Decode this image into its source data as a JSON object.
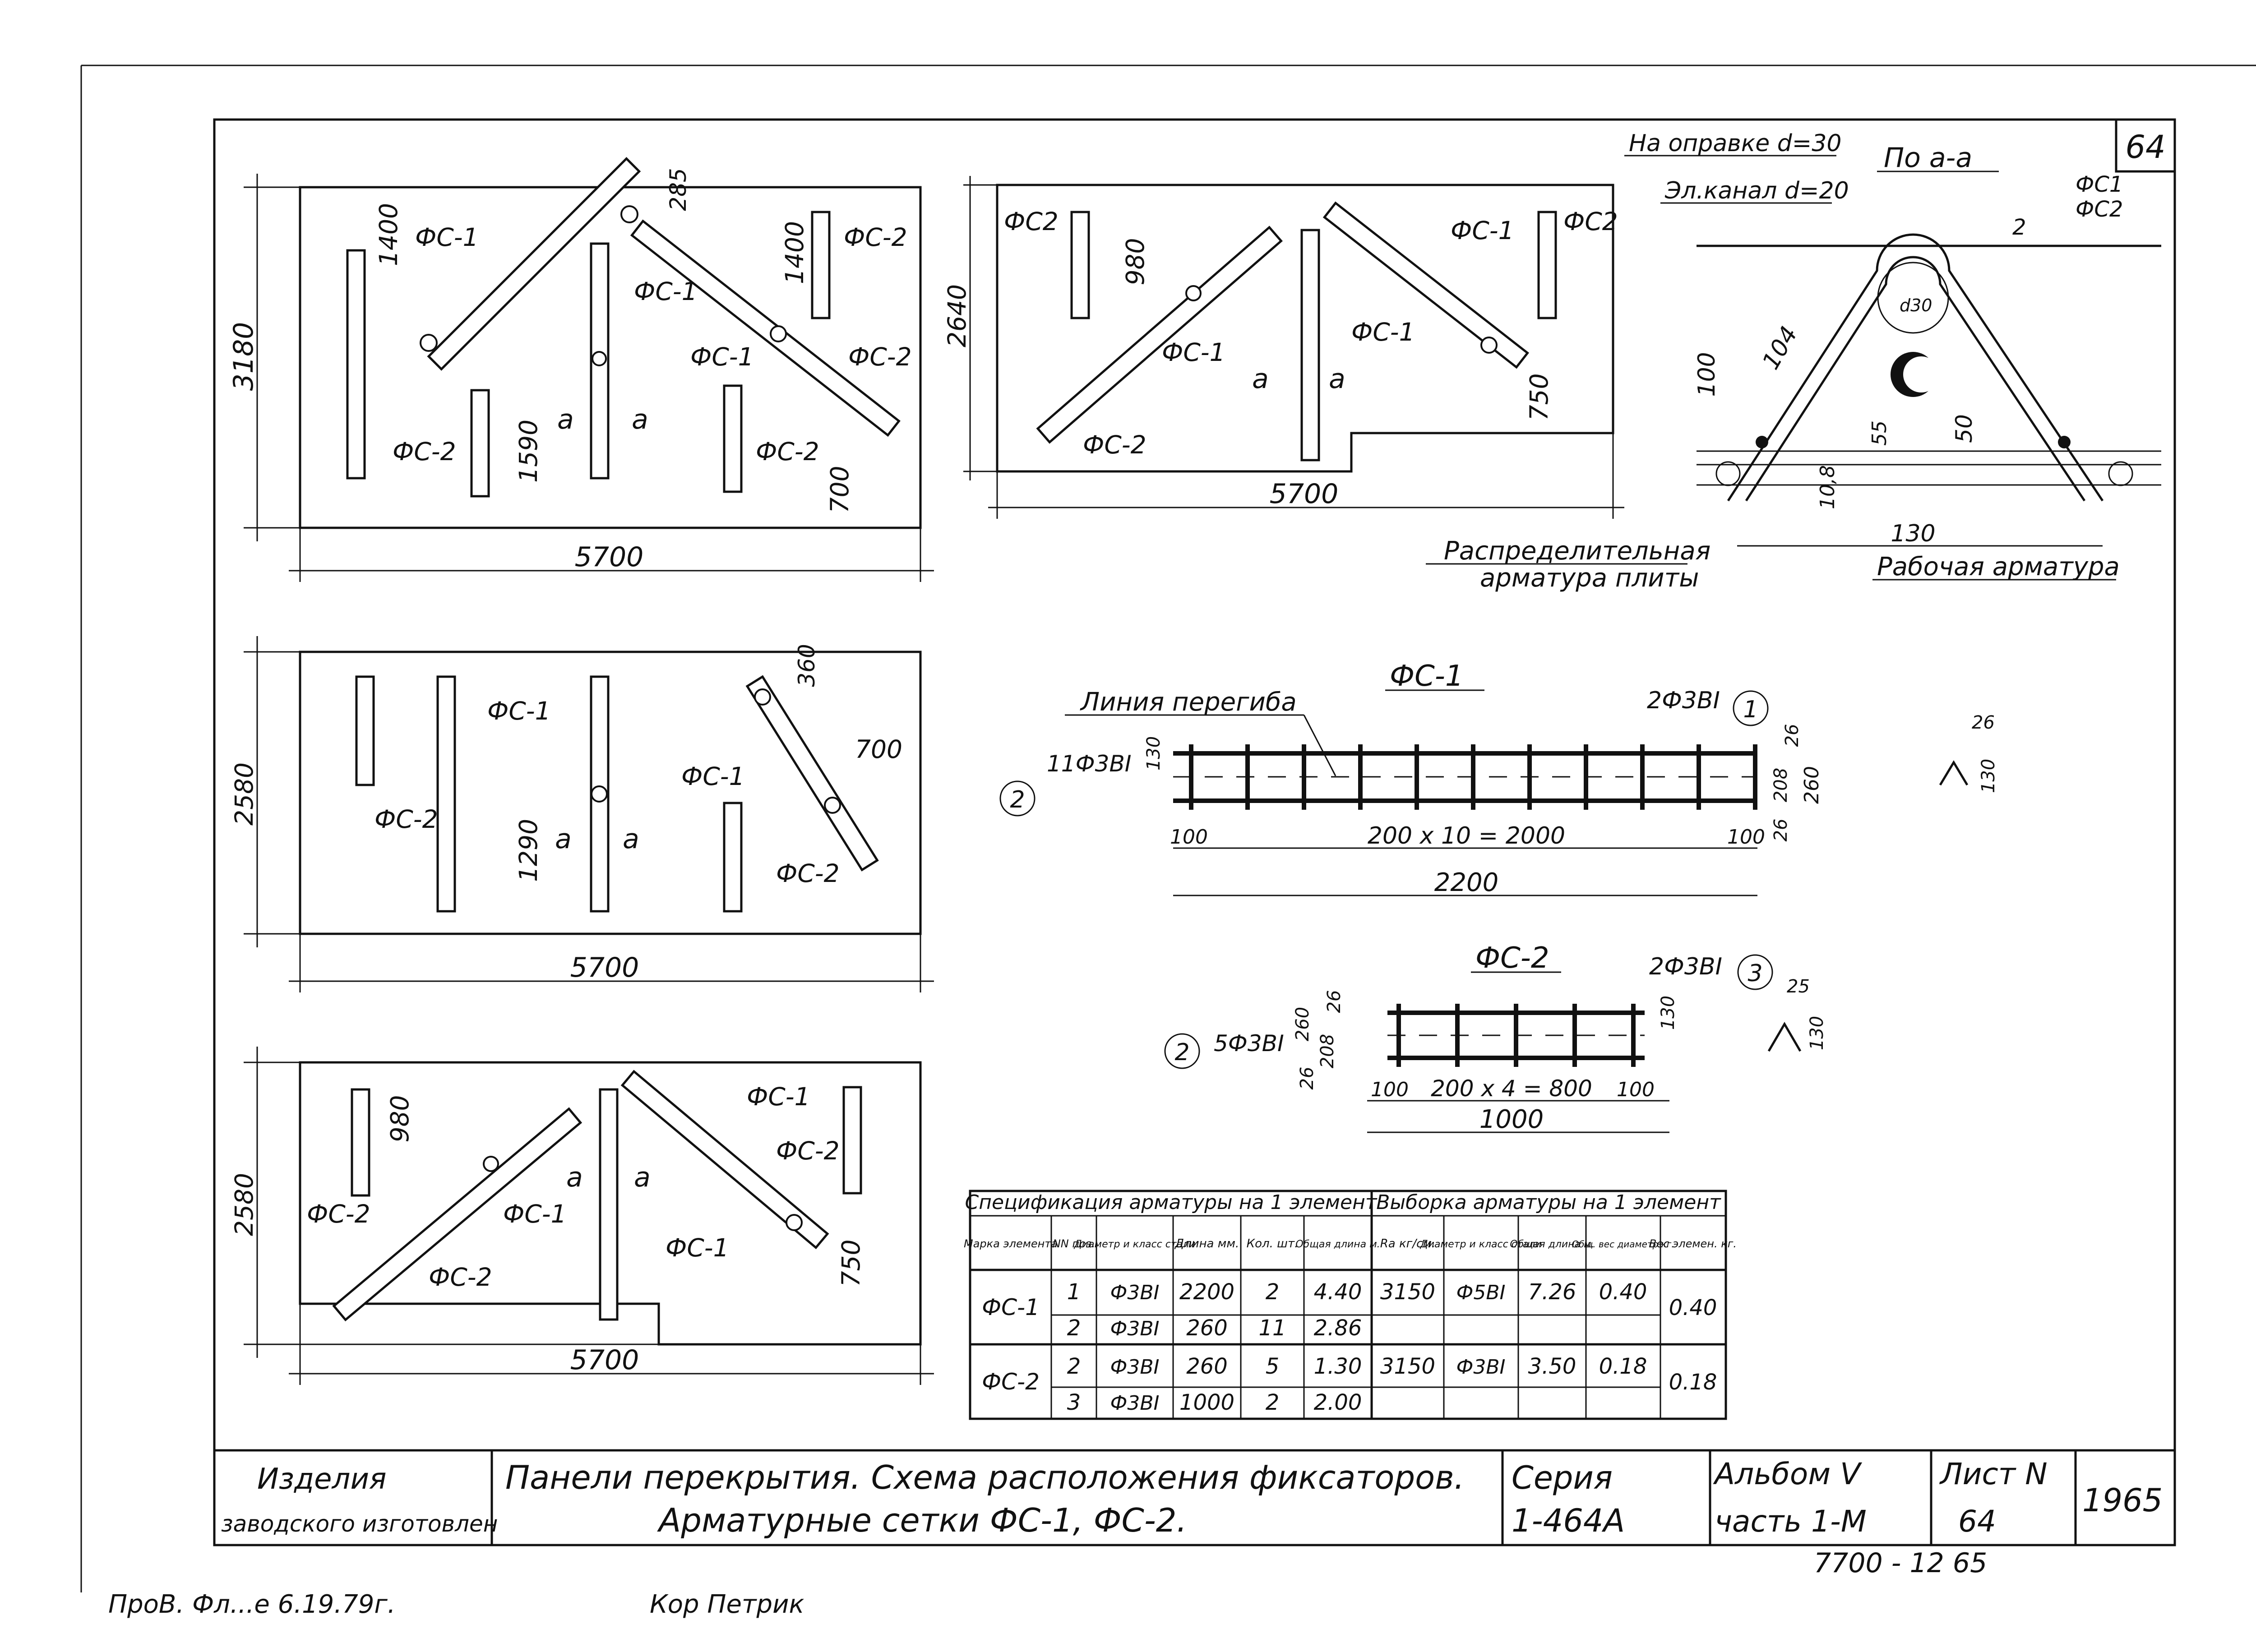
{
  "sheet": {
    "number": "64"
  },
  "panels": {
    "p1": {
      "height": "3180",
      "width": "5700",
      "d1": "1400",
      "d2": "285",
      "d3": "1400",
      "d4": "1590",
      "d5": "700",
      "fc1a": "ФС-1",
      "fc1b": "ФС-1",
      "fc1c": "ФС-1",
      "fc2a": "ФС-2",
      "fc2b": "ФС-2",
      "fc2c": "ФС-2",
      "fc2d": "ФС-2",
      "a1": "а",
      "a2": "а"
    },
    "p2": {
      "height": "2640",
      "width": "5700",
      "d1": "980",
      "d2": "750",
      "fc1a": "ФС-1",
      "fc1b": "ФС-1",
      "fc1c": "ФС-1",
      "fc2a": "ФС2",
      "fc2b": "ФС2",
      "fc2c": "ФС-2",
      "a1": "а",
      "a2": "а"
    },
    "p3": {
      "height": "2580",
      "width": "5700",
      "d1": "360",
      "d2": "700",
      "d3": "1290",
      "fc1a": "ФС-1",
      "fc1b": "ФС-1",
      "fc2a": "ФС-2",
      "fc2b": "ФС-2",
      "a1": "а",
      "a2": "а"
    },
    "p4": {
      "height": "2580",
      "width": "5700",
      "d1": "980",
      "d2": "750",
      "fc1a": "ФС-1",
      "fc1b": "ФС-1",
      "fc1c": "ФС-1",
      "fc2a": "ФС-2",
      "fc2b": "ФС-2",
      "fc2c": "ФС-2",
      "a1": "а",
      "a2": "а"
    }
  },
  "section": {
    "title": "По а-а",
    "mandrel": "На оправке d=30",
    "channel": "Эл.канал d=20",
    "fc": "ФС1",
    "fc2": "ФС2",
    "d2": "2",
    "d104": "104",
    "d100": "100",
    "d55": "55",
    "d50": "50",
    "d108": "10,8",
    "d130": "130",
    "d30": "d30",
    "dist1": "Распределительная",
    "dist2": "арматура плиты",
    "work": "Рабочая арматура"
  },
  "fc1": {
    "title": "ФС-1",
    "bend_line": "Линия перегиба",
    "rod1": "2Ф3ВI",
    "rod2": "11Ф3ВI",
    "pos1": "1",
    "pos2": "2",
    "d130": "130",
    "d26a": "26",
    "d208": "208",
    "d260": "260",
    "d26b": "26",
    "d100a": "100",
    "d100b": "100",
    "span": "200 x 10 = 2000",
    "total": "2200",
    "detail_a": "26",
    "detail_b": "130"
  },
  "fc2": {
    "title": "ФС-2",
    "rod1": "2Ф3ВI",
    "rod2": "5Ф3ВI",
    "pos3": "3",
    "pos2": "2",
    "d260": "260",
    "d208": "208",
    "d26a": "26",
    "d26b": "26",
    "d130": "130",
    "d100a": "100",
    "d100b": "100",
    "span": "200 x 4 = 800",
    "total": "1000",
    "detail_a": "25",
    "detail_b": "130"
  },
  "table": {
    "title_left": "Спецификация арматуры на 1 элемент",
    "title_right": "Выборка арматуры на 1 элемент",
    "headers": [
      "Марка элемента",
      "NN поз.",
      "Диаметр и класс стали",
      "Длина мм.",
      "Кол. шт.",
      "Общая длина м.",
      "Ra кг/см.",
      "Диаметр и класс стали",
      "Общая длина м.",
      "Общ. вес диаметр кг.",
      "Вес элемен. кг."
    ],
    "rows": [
      [
        "ФС-1",
        "1",
        "Ф3ВI",
        "2200",
        "2",
        "4.40",
        "3150",
        "Ф5ВI",
        "7.26",
        "0.40",
        "0.40"
      ],
      [
        "",
        "2",
        "Ф3ВI",
        "260",
        "11",
        "2.86",
        "",
        "",
        "",
        "",
        ""
      ],
      [
        "ФС-2",
        "2",
        "Ф3ВI",
        "260",
        "5",
        "1.30",
        "3150",
        "Ф3ВI",
        "3.50",
        "0.18",
        "0.18"
      ],
      [
        "",
        "3",
        "Ф3ВI",
        "1000",
        "2",
        "2.00",
        "",
        "",
        "",
        "",
        ""
      ]
    ]
  },
  "titleblock": {
    "product1": "Изделия",
    "product2": "заводского изготовлен",
    "title1": "Панели перекрытия. Схема расположения фиксаторов.",
    "title2": "Арматурные сетки ФС-1, ФС-2.",
    "series_label": "Серия",
    "series_value": "1-464А",
    "album1": "Альбом V",
    "album2": "часть 1-М",
    "sheet_label": "Лист N",
    "sheet_value": "64",
    "year": "1965",
    "code": "7700 - 12   65"
  },
  "footer": {
    "left": "ПроВ.  Фл...е  6.19.79г.",
    "right": "Кор Петрик"
  }
}
